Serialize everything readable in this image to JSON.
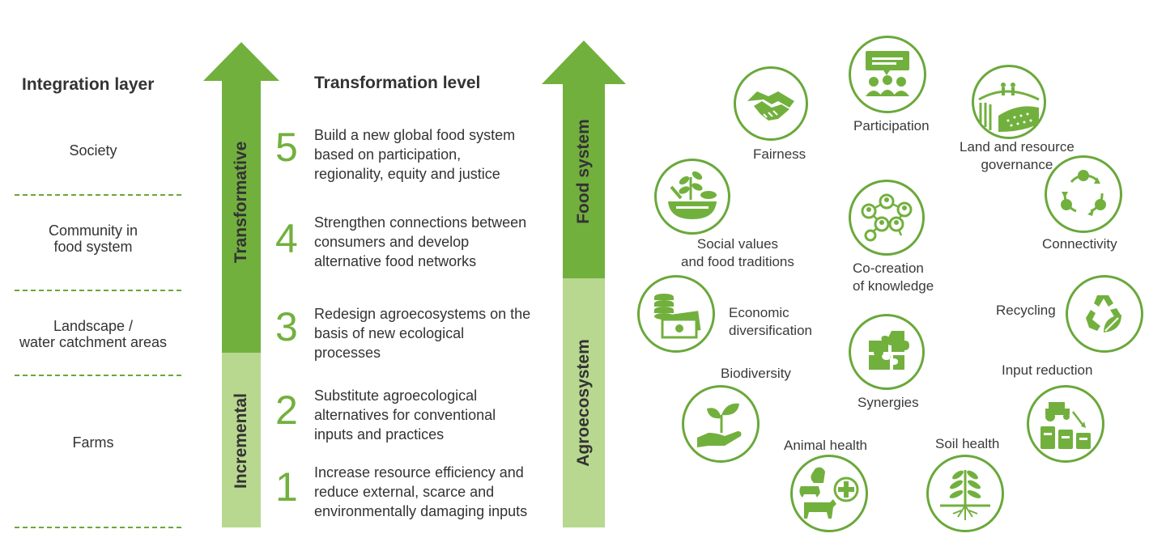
{
  "integration": {
    "header": "Integration layer",
    "layers": [
      "Society",
      "Community in\nfood system",
      "Landscape /\nwater catchment areas",
      "Farms"
    ]
  },
  "transformation": {
    "header": "Transformation level",
    "arrow_top_label": "Transformative",
    "arrow_bottom_label": "Incremental",
    "levels": [
      {
        "num": "5",
        "text": "Build a new global food system\nbased on participation,\nregionality, equity and justice"
      },
      {
        "num": "4",
        "text": "Strengthen connections between\nconsumers and develop\nalternative food networks"
      },
      {
        "num": "3",
        "text": "Redesign agroecosystems on the\nbasis of new ecological\nprocesses"
      },
      {
        "num": "2",
        "text": "Substitute agroecological\nalternatives for conventional\ninputs and practices"
      },
      {
        "num": "1",
        "text": "Increase resource efficiency and\nreduce external, scarce and\nenvironmentally damaging inputs"
      }
    ]
  },
  "scope_arrow": {
    "top_label": "Food system",
    "bottom_label": "Agroecosystem"
  },
  "principles": {
    "fairness": {
      "label": "Fairness",
      "icon": "handshake-icon"
    },
    "participation": {
      "label": "Participation",
      "icon": "speech-group-icon"
    },
    "land_governance": {
      "label": "Land and resource\ngovernance",
      "icon": "landscape-people-icon"
    },
    "social_values": {
      "label": "Social values\nand food traditions",
      "icon": "food-bowl-icon"
    },
    "co_creation": {
      "label": "Co-creation\nof knowledge",
      "icon": "network-people-icon"
    },
    "connectivity": {
      "label": "Connectivity",
      "icon": "cycle-icon"
    },
    "economic_diversification": {
      "label": "Economic\ndiversification",
      "icon": "money-icon"
    },
    "recycling": {
      "label": "Recycling",
      "icon": "recycle-leaf-icon"
    },
    "biodiversity": {
      "label": "Biodiversity",
      "icon": "hand-plant-icon"
    },
    "synergies": {
      "label": "Synergies",
      "icon": "puzzle-icon"
    },
    "input_reduction": {
      "label": "Input reduction",
      "icon": "tractor-sacks-icon"
    },
    "animal_health": {
      "label": "Animal health",
      "icon": "livestock-cross-icon"
    },
    "soil_health": {
      "label": "Soil health",
      "icon": "plant-roots-icon"
    }
  },
  "colors": {
    "dark_green": "#72b03e",
    "light_green": "#b8d88f",
    "outline_green": "#6aa83a",
    "text": "#333333"
  }
}
